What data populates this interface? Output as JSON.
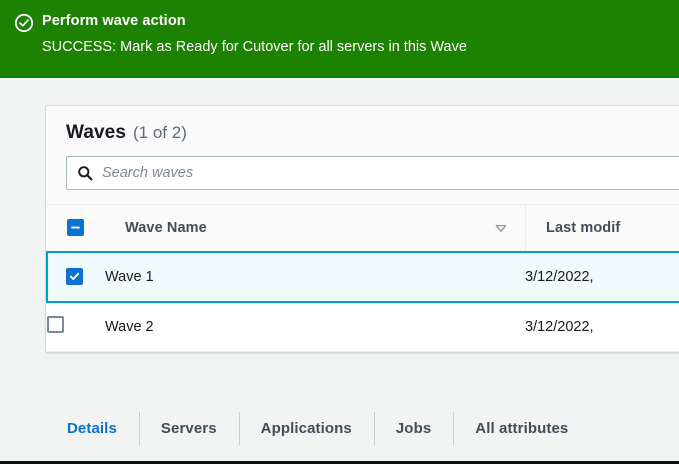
{
  "flash": {
    "icon": "success-circle-check-icon",
    "title": "Perform wave action",
    "message": "SUCCESS: Mark as Ready for Cutover for all servers in this Wave",
    "background_color": "#1d8102",
    "text_color": "#ffffff"
  },
  "panel": {
    "title": "Waves",
    "count": "(1 of 2)"
  },
  "search": {
    "icon": "search-icon",
    "placeholder": "Search waves",
    "value": ""
  },
  "table": {
    "select_all_state": "indeterminate",
    "columns": [
      {
        "key": "select",
        "label": ""
      },
      {
        "key": "name",
        "label": "Wave Name",
        "sort_icon": "caret-down-icon",
        "sorted": true
      },
      {
        "key": "modified",
        "label": "Last modif"
      }
    ],
    "rows": [
      {
        "selected": true,
        "name": "Wave 1",
        "modified": "3/12/2022,"
      },
      {
        "selected": false,
        "name": "Wave 2",
        "modified": "3/12/2022,"
      }
    ]
  },
  "tabs": {
    "active": "Details",
    "items": [
      {
        "label": "Details"
      },
      {
        "label": "Servers"
      },
      {
        "label": "Applications"
      },
      {
        "label": "Jobs"
      },
      {
        "label": "All attributes"
      }
    ]
  },
  "colors": {
    "success_green": "#1d8102",
    "accent_blue": "#0972d3",
    "selected_row_border": "#00a1c9",
    "selected_row_bg": "#f1faff",
    "page_bg": "#f2f3f3"
  }
}
